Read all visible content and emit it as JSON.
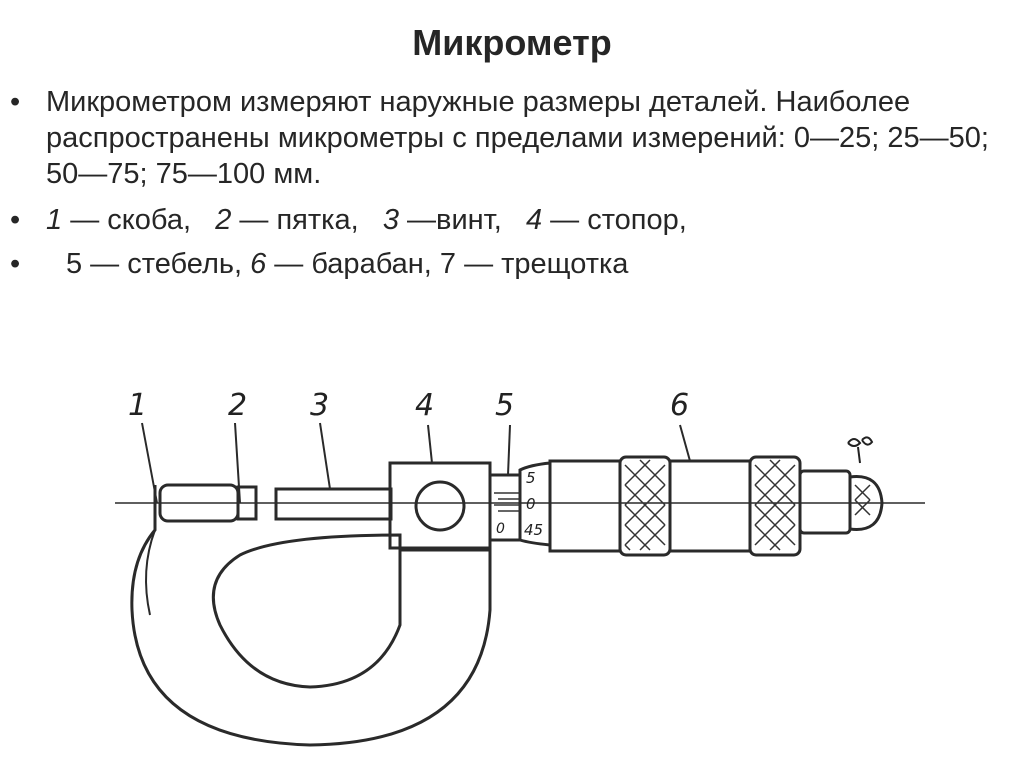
{
  "title": "Микрометр",
  "bullets": {
    "b1": "Микрометром измеряют наружные размеры деталей. Наиболее распространены микрометры с пределами измерений: 0—25; 25—50; 50—75; 75—100 мм.",
    "b2_n1": "1",
    "b2_t1": " — скоба,",
    "b2_n2": "2",
    "b2_t2": " — пятка,",
    "b2_n3": "3",
    "b2_t3": " —винт,",
    "b2_n4": "4",
    "b2_t4": " — стопор,",
    "b3_t1": "5 — стебель, ",
    "b3_n6": "6",
    "b3_t2": " — барабан, 7 — трещотка"
  },
  "figure": {
    "labels": [
      "1",
      "2",
      "3",
      "4",
      "5",
      "6"
    ],
    "scale_marks": [
      "5",
      "0",
      "45"
    ],
    "sleeve_mark": "0"
  }
}
